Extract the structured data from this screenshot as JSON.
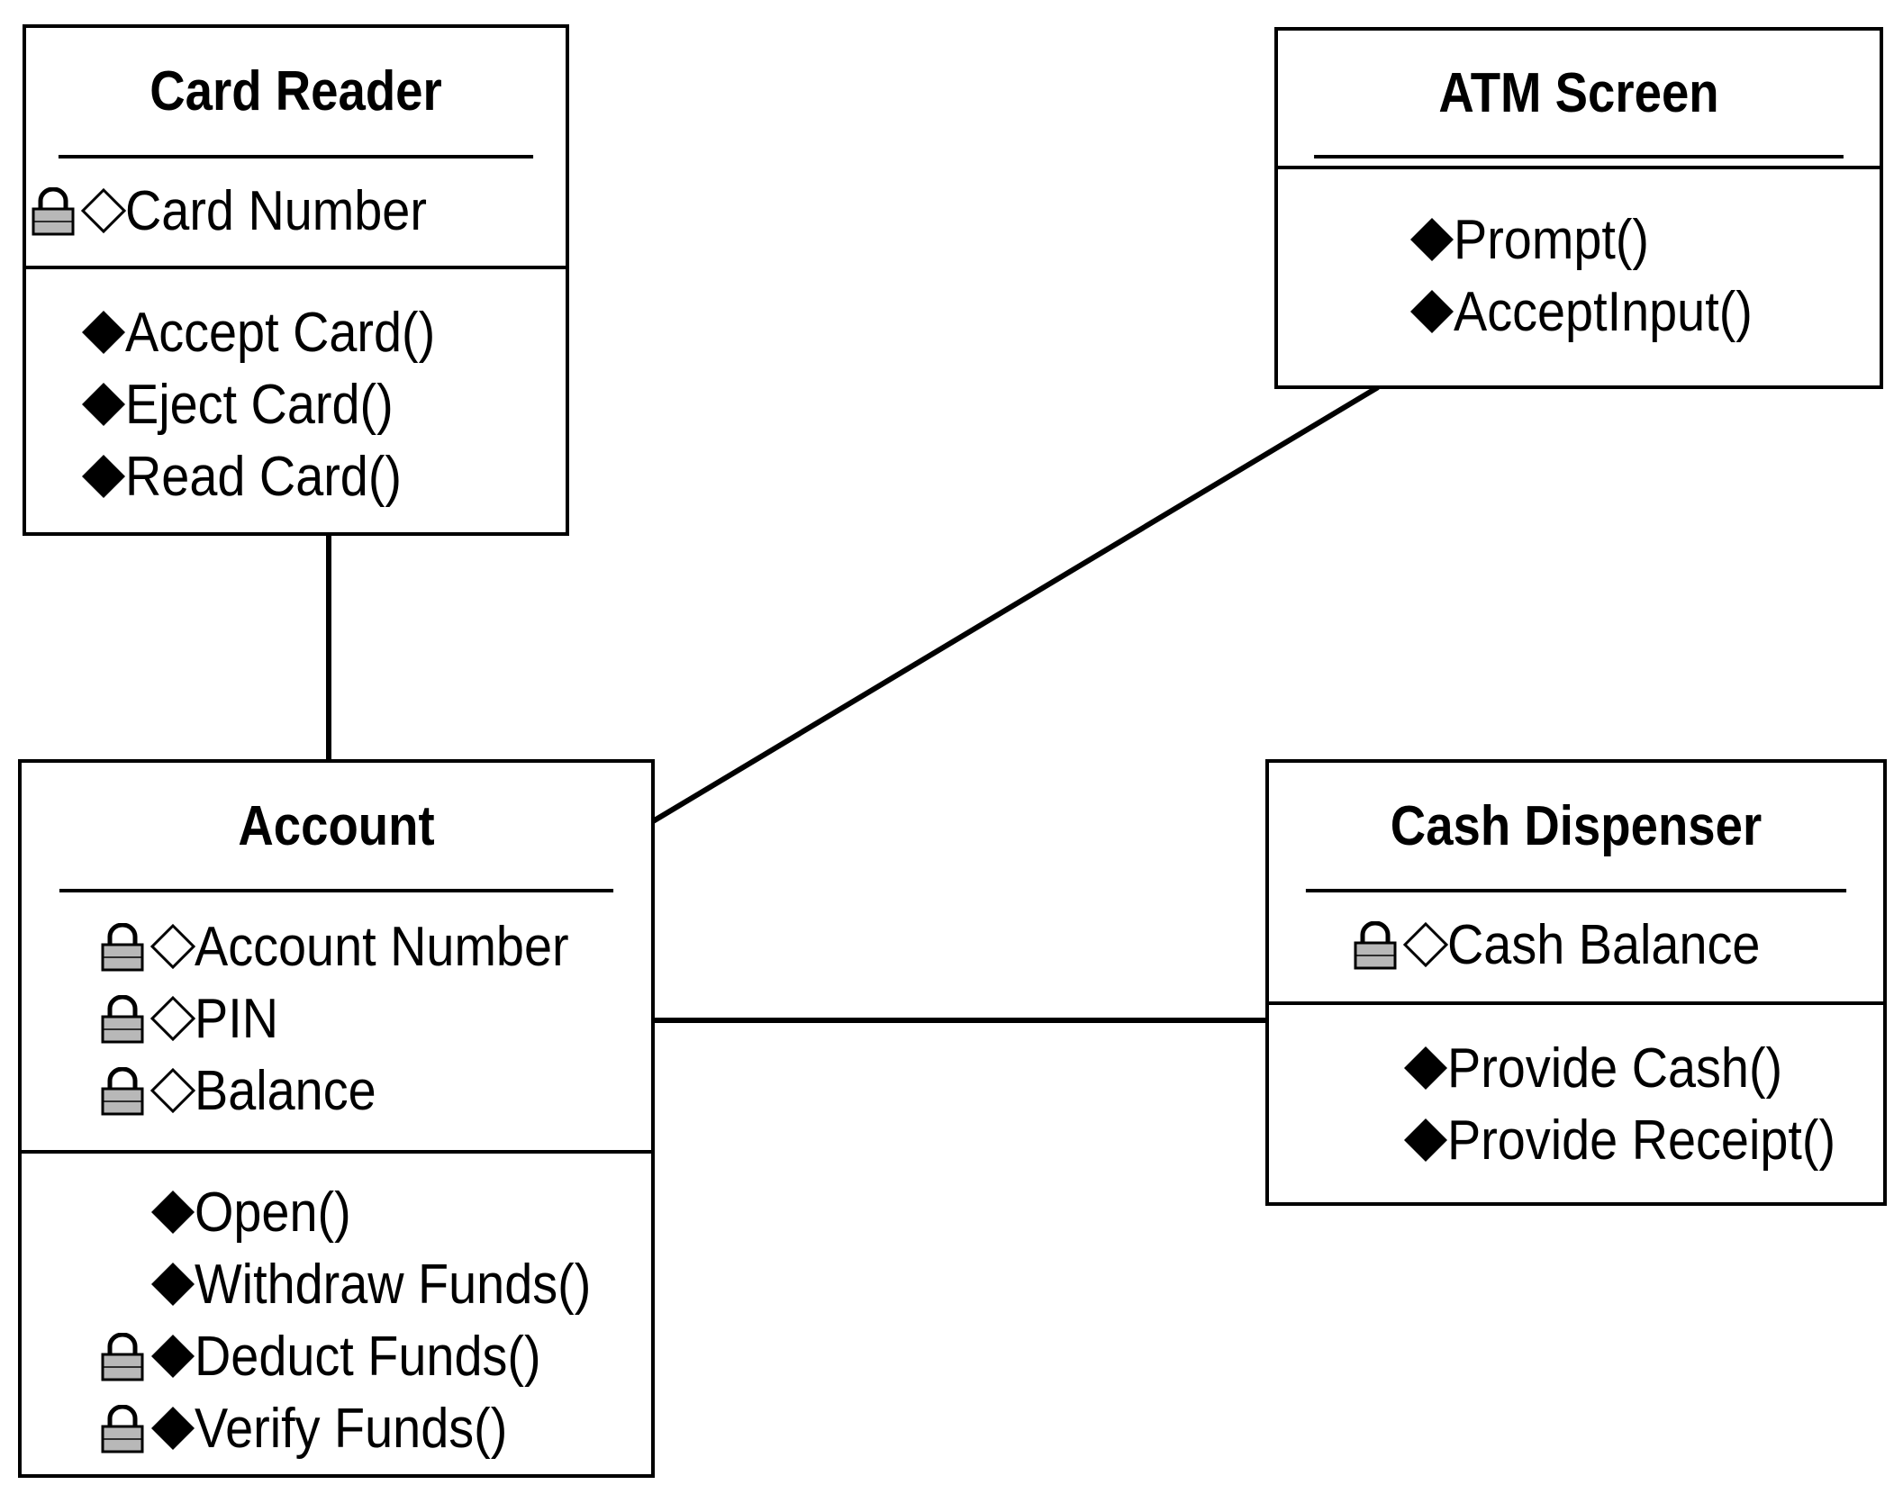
{
  "classes": {
    "card_reader": {
      "name": "Card Reader",
      "attributes": [
        {
          "label": "Card Number",
          "private": true
        }
      ],
      "operations": [
        {
          "label": "Accept Card()",
          "private": false
        },
        {
          "label": "Eject Card()",
          "private": false
        },
        {
          "label": "Read Card()",
          "private": false
        }
      ]
    },
    "atm_screen": {
      "name": "ATM Screen",
      "attributes": [],
      "operations": [
        {
          "label": "Prompt()",
          "private": false
        },
        {
          "label": "AcceptInput()",
          "private": false
        }
      ]
    },
    "account": {
      "name": "Account",
      "attributes": [
        {
          "label": "Account Number",
          "private": true
        },
        {
          "label": "PIN",
          "private": true
        },
        {
          "label": "Balance",
          "private": true
        }
      ],
      "operations": [
        {
          "label": "Open()",
          "private": false
        },
        {
          "label": "Withdraw Funds()",
          "private": false
        },
        {
          "label": "Deduct Funds()",
          "private": true
        },
        {
          "label": "Verify Funds()",
          "private": true
        }
      ]
    },
    "cash_dispenser": {
      "name": "Cash Dispenser",
      "attributes": [
        {
          "label": "Cash Balance",
          "private": true
        }
      ],
      "operations": [
        {
          "label": "Provide Cash()",
          "private": false
        },
        {
          "label": "Provide Receipt()",
          "private": false
        }
      ]
    }
  },
  "associations": [
    {
      "from": "Card Reader",
      "to": "Account"
    },
    {
      "from": "ATM Screen",
      "to": "Account"
    },
    {
      "from": "Account",
      "to": "Cash Dispenser"
    }
  ],
  "colors": {
    "line": "#000000",
    "background": "#ffffff",
    "lock_fill": "#b8b8b8"
  }
}
